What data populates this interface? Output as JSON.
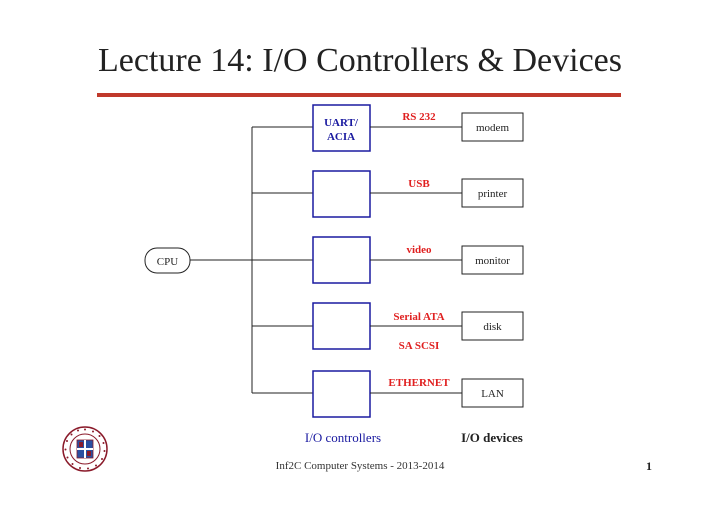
{
  "slide": {
    "title": "Lecture 14: I/O Controllers & Devices",
    "footer": "Inf2C Computer Systems - 2013-2014",
    "page_number": "1"
  },
  "diagram": {
    "cpu_label": "CPU",
    "controller_text_lines": [
      "UART/",
      "ACIA"
    ],
    "rows": [
      {
        "links": [
          "RS 232"
        ],
        "device": "modem"
      },
      {
        "links": [
          "USB"
        ],
        "device": "printer"
      },
      {
        "links": [
          "video"
        ],
        "device": "monitor"
      },
      {
        "links": [
          "Serial ATA",
          "SA SCSI"
        ],
        "device": "disk"
      },
      {
        "links": [
          "ETHERNET"
        ],
        "device": "LAN"
      }
    ],
    "controllers_caption": "I/O controllers",
    "devices_caption": "I/O devices"
  },
  "logo": {
    "text": "THE UNIVERSITY OF EDINBURGH"
  },
  "colors": {
    "accent_rule": "#c0392b",
    "link_label": "#e02020",
    "controller_border": "#1a1aa0",
    "controller_text": "#1a1aa0",
    "controllers_caption": "#1a1aa0"
  }
}
